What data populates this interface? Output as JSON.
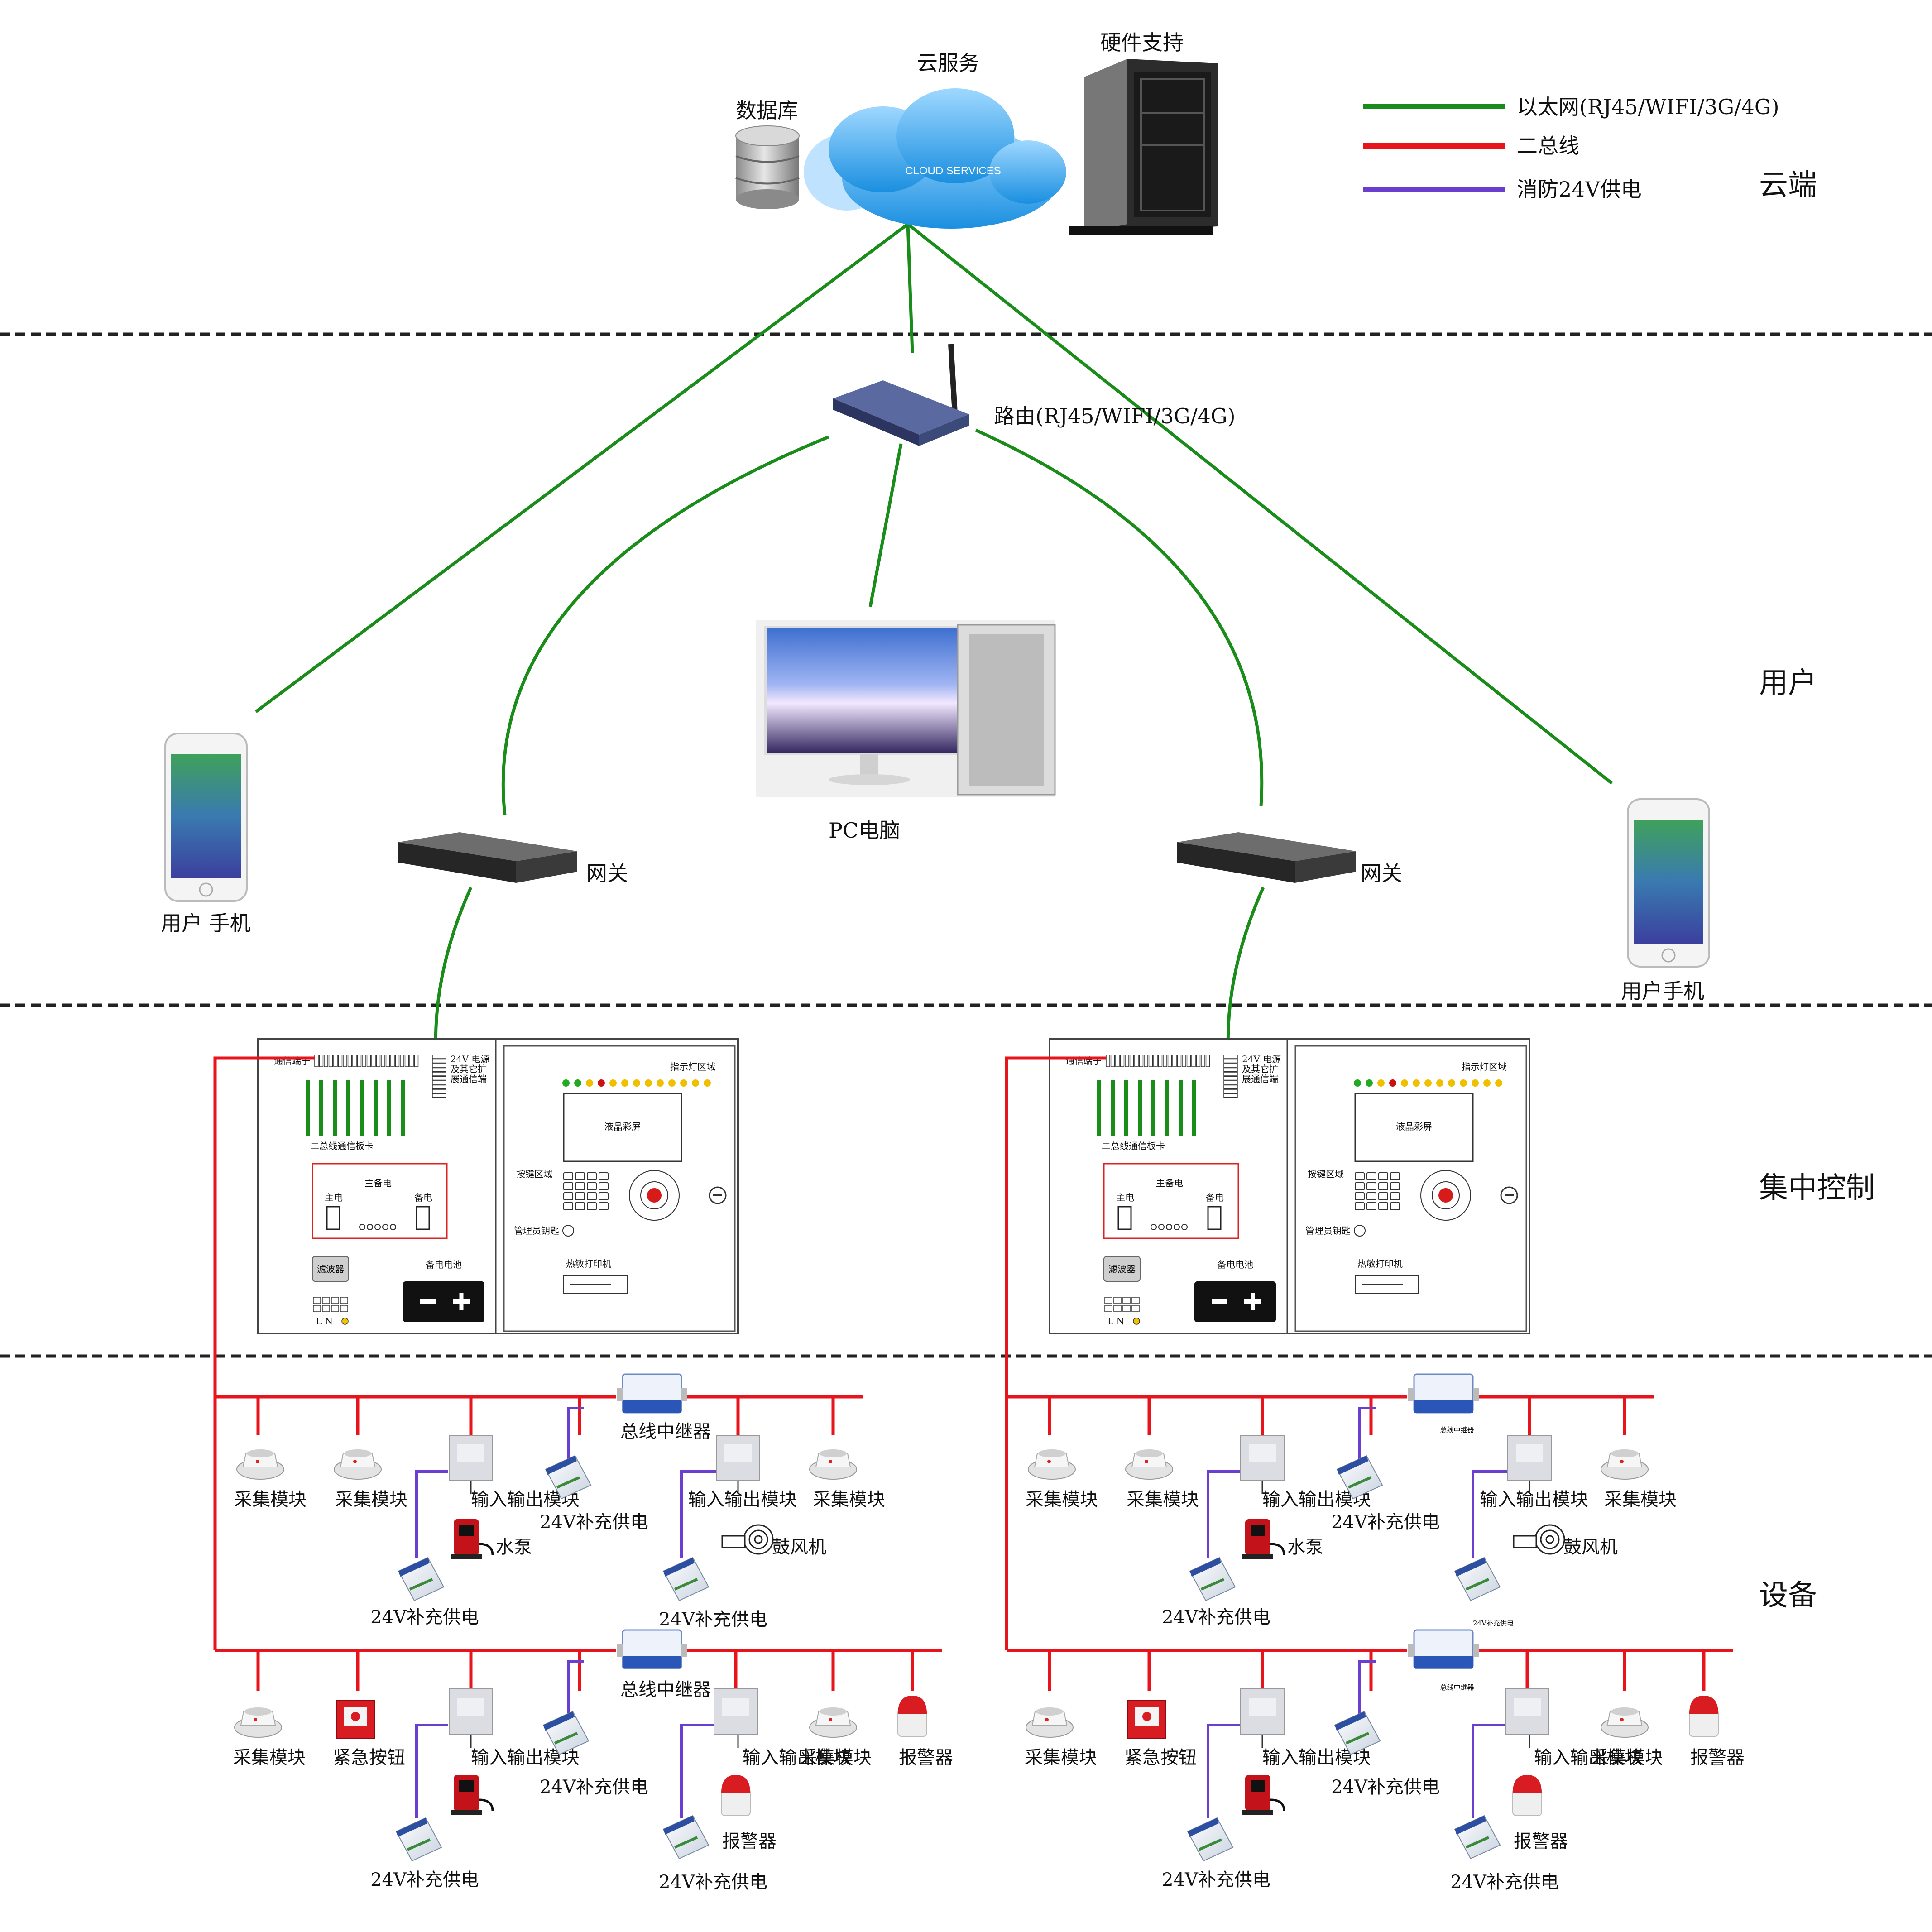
{
  "legend": {
    "items": [
      {
        "label": "以太网(RJ45/WIFI/3G/4G)",
        "color": "#1a8c1a"
      },
      {
        "label": "二总线",
        "color": "#e8141c"
      },
      {
        "label": "消防24V供电",
        "color": "#6a3fd0"
      }
    ]
  },
  "zones": {
    "cloud": "云端",
    "user": "用户",
    "control": "集中控制",
    "device": "设备"
  },
  "cloud": {
    "database": "数据库",
    "service": "云服务",
    "service_badge": "CLOUD SERVICES",
    "hardware": "硬件支持"
  },
  "user_layer": {
    "router": "路由(RJ45/WIFI/3G/4G)",
    "pc": "PC电脑",
    "phone_left": "用户 手机",
    "phone_right": "用户手机",
    "gateway_left": "网关",
    "gateway_right": "网关"
  },
  "panel": {
    "comm_port": "通信端子",
    "ext_port": [
      "24V 电源",
      "及其它扩",
      "展通信端"
    ],
    "bus_card": "二总线通信板卡",
    "power_title": "主备电",
    "main_power": "主电",
    "backup_power": "备电",
    "filter": "滤波器",
    "battery": "备电电池",
    "ln": "L N",
    "indicator": "指示灯区域",
    "lcd": "液晶彩屏",
    "keys": "按键区域",
    "admin_key": "管理员钥匙",
    "printer": "热敏打印机"
  },
  "devices": {
    "repeater": "总线中继器",
    "collector": "采集模块",
    "io_module": "输入输出模块",
    "supply": "24V补充供电",
    "pump": "水泵",
    "blower": "鼓风机",
    "emergency": "紧急按钮",
    "alarm": "报警器"
  },
  "colors": {
    "ethernet": "#1a8c1a",
    "bus": "#e8141c",
    "power24v": "#6a3fd0",
    "divider": "#222222",
    "panel_border": "#333333"
  }
}
